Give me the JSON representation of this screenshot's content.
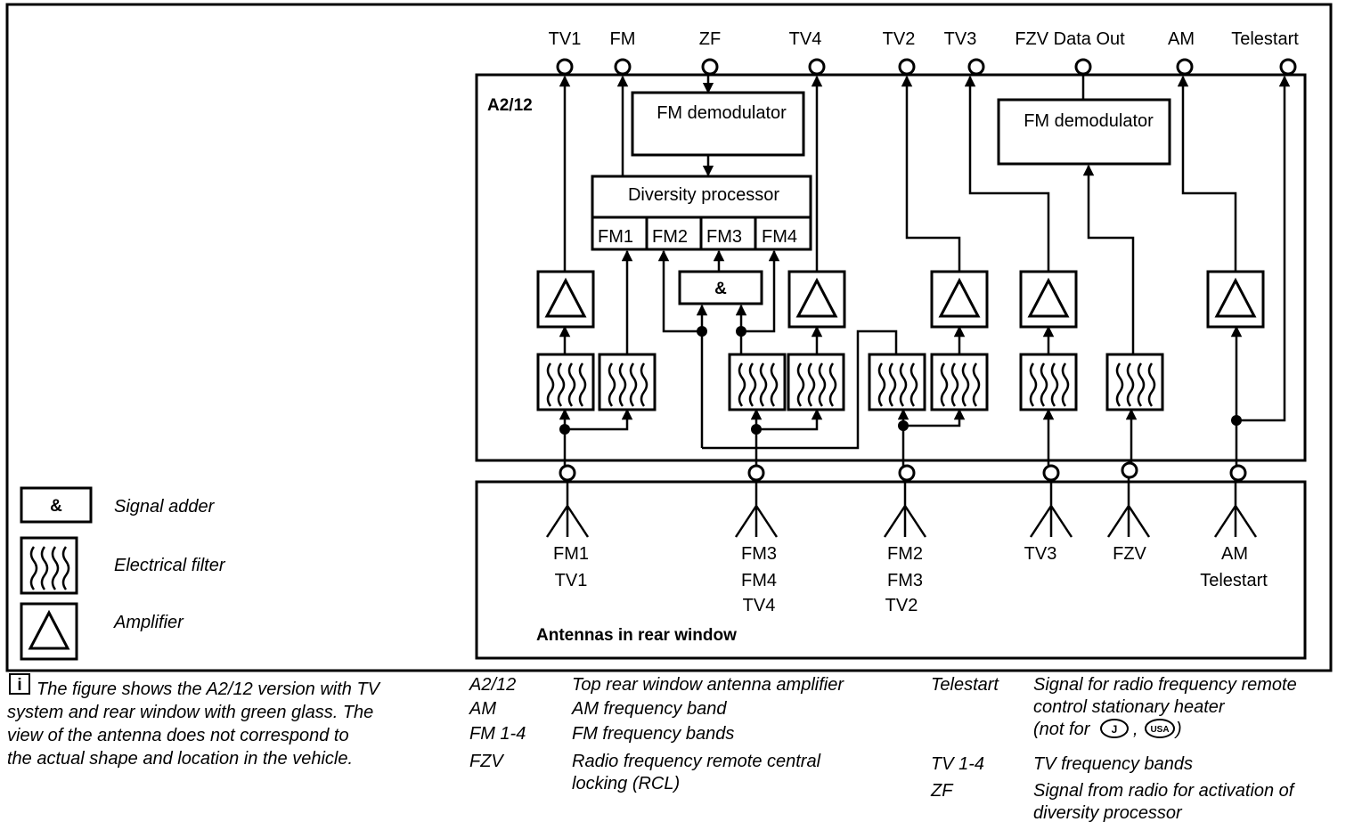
{
  "top_ports": [
    "TV1",
    "FM",
    "ZF",
    "TV4",
    "TV2",
    "TV3",
    "FZV Data Out",
    "AM",
    "Telestart"
  ],
  "module_label": "A2/12",
  "fm_demodulator_left": "FM demodulator",
  "fm_demodulator_right": "FM demodulator",
  "diversity_processor": {
    "title": "Diversity processor",
    "inputs": [
      "FM1",
      "FM2",
      "FM3",
      "FM4"
    ]
  },
  "signal_adder_symbol": "&",
  "antenna_box_title": "Antennas in rear window",
  "antennas": [
    {
      "lines": [
        "FM1",
        "TV1"
      ]
    },
    {
      "lines": [
        "FM3",
        "FM4",
        "TV4"
      ]
    },
    {
      "lines": [
        "FM2",
        "FM3",
        "TV2"
      ]
    },
    {
      "lines": [
        "TV3"
      ]
    },
    {
      "lines": [
        "FZV"
      ]
    },
    {
      "lines": [
        "AM",
        "Telestart"
      ]
    }
  ],
  "legend": [
    {
      "symbol": "&",
      "label": "Signal adder"
    },
    {
      "symbol": "filter",
      "label": "Electrical filter"
    },
    {
      "symbol": "triangle",
      "label": "Amplifier"
    }
  ],
  "note": {
    "icon": "i",
    "lines": [
      "The figure shows the A2/12 version with TV",
      "system and rear window with green glass. The",
      "view of the antenna does not correspond to",
      "the actual shape and location in the vehicle."
    ]
  },
  "glossary_left": [
    {
      "term": "A2/12",
      "def": [
        "Top rear window antenna amplifier"
      ]
    },
    {
      "term": "AM",
      "def": [
        "AM frequency band"
      ]
    },
    {
      "term": "FM 1-4",
      "def": [
        "FM frequency bands"
      ]
    },
    {
      "term": "FZV",
      "def": [
        "Radio frequency remote central",
        "locking (RCL)"
      ]
    }
  ],
  "glossary_right": [
    {
      "term": "Telestart",
      "def": [
        "Signal for radio frequency remote",
        "control stationary heater"
      ],
      "extra_prefix": "(not for",
      "extra_sep": ",",
      "extra_suffix": ")",
      "badges": [
        "J",
        "USA"
      ]
    },
    {
      "term": "TV 1-4",
      "def": [
        "TV frequency bands"
      ]
    },
    {
      "term": "ZF",
      "def": [
        "Signal from radio for activation of",
        "diversity processor"
      ]
    }
  ]
}
